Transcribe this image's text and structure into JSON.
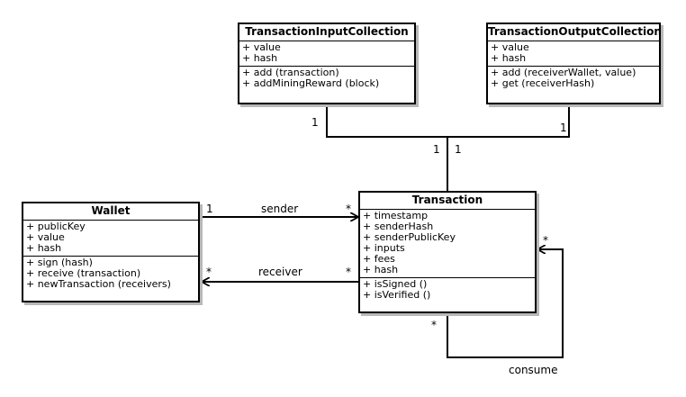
{
  "classes": {
    "transaction_input_collection": {
      "name": "TransactionInputCollection",
      "attributes": [
        "+ value",
        "+ hash"
      ],
      "methods": [
        "+ add (transaction)",
        "+ addMiningReward (block)"
      ]
    },
    "transaction_output_collection": {
      "name": "TransactionOutputCollection",
      "attributes": [
        "+ value",
        "+ hash"
      ],
      "methods": [
        "+ add (receiverWallet, value)",
        "+ get (receiverHash)"
      ]
    },
    "wallet": {
      "name": "Wallet",
      "attributes": [
        "+ publicKey",
        "+ value",
        "+ hash"
      ],
      "methods": [
        "+ sign (hash)",
        "+ receive (transaction)",
        "+ newTransaction (receivers)"
      ]
    },
    "transaction": {
      "name": "Transaction",
      "attributes": [
        "+ timestamp",
        "+ senderHash",
        "+ senderPublicKey",
        "+ inputs",
        "+ fees",
        "+ hash"
      ],
      "methods": [
        "+ isSigned ()",
        "+ isVerified ()"
      ]
    }
  },
  "associations": {
    "inputs_link": {
      "multiplicity_collection": "1",
      "multiplicity_transaction": "1"
    },
    "outputs_link": {
      "multiplicity_collection": "1",
      "multiplicity_transaction": "1"
    },
    "sender": {
      "label": "sender",
      "multiplicity_wallet": "1",
      "multiplicity_transaction": "*"
    },
    "receiver": {
      "label": "receiver",
      "multiplicity_wallet": "*",
      "multiplicity_transaction": "*"
    },
    "consume": {
      "label": "consume",
      "multiplicity_source": "*",
      "multiplicity_target": "*"
    }
  }
}
